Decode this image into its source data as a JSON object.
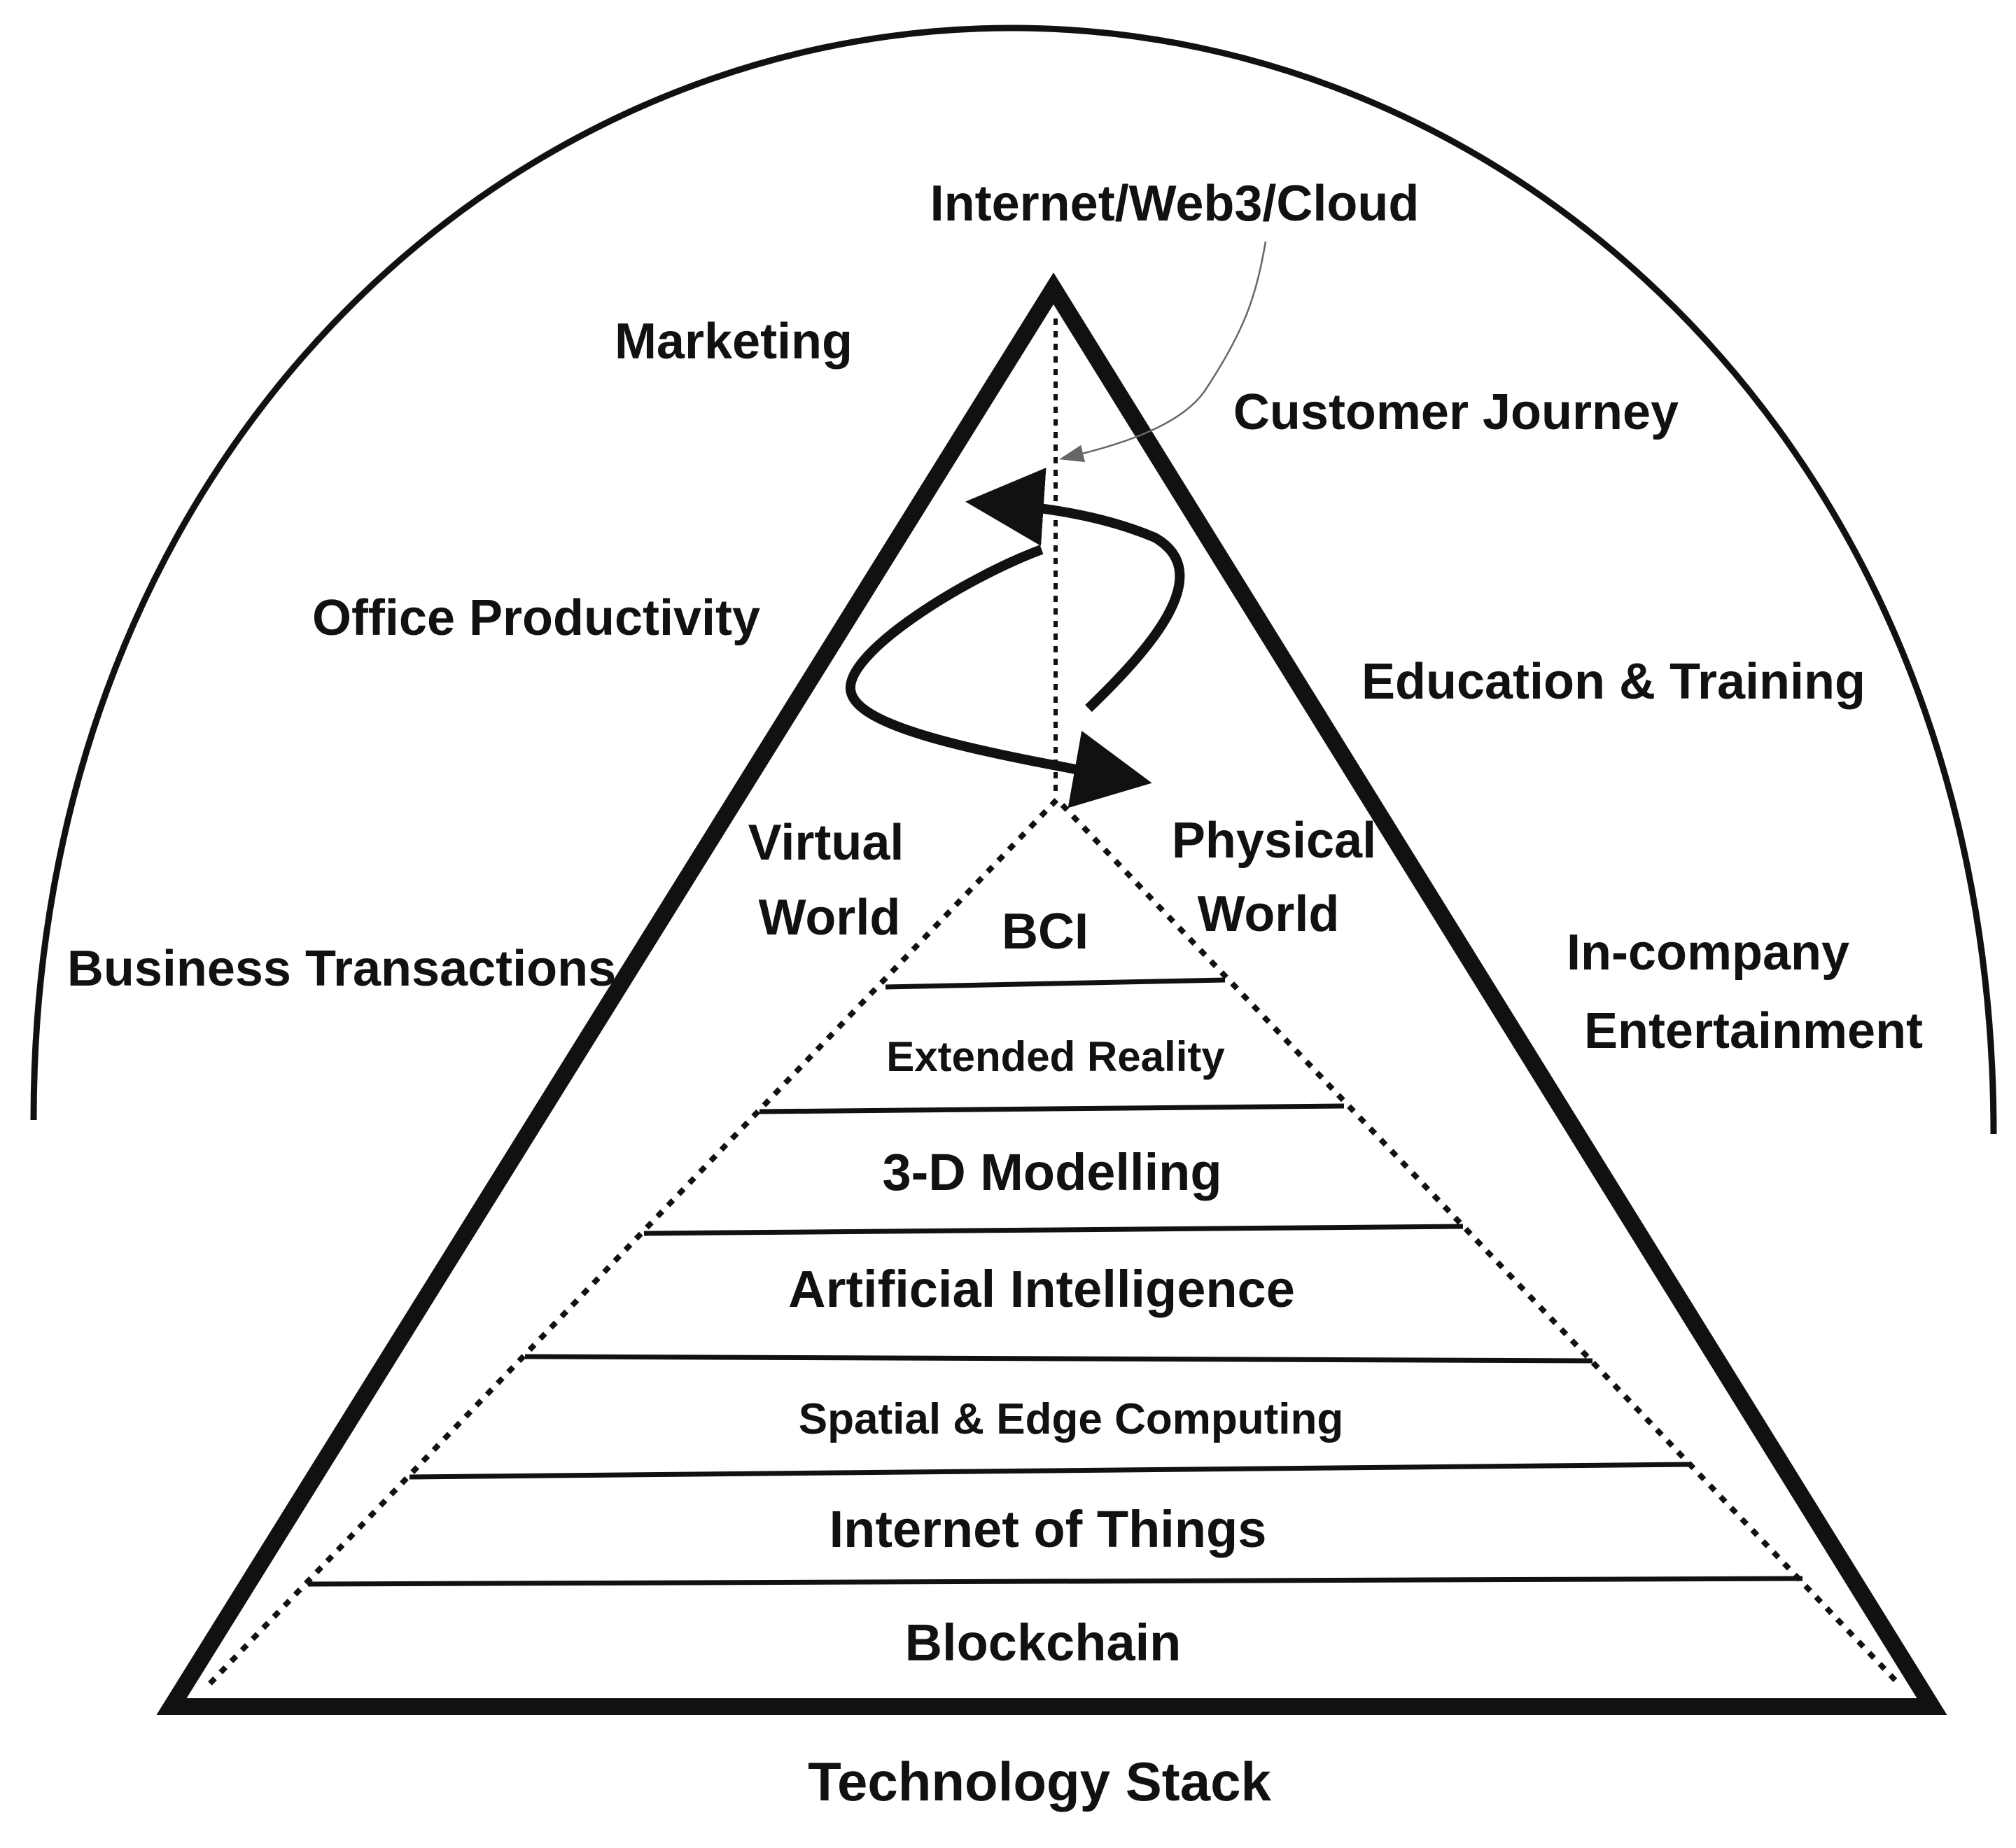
{
  "internet_label": "Internet/Web3/Cloud",
  "applications": {
    "marketing": "Marketing",
    "office_productivity": "Office Productivity",
    "business_transactions": "Business Transactions",
    "customer_journey": "Customer Journey",
    "education_training": "Education & Training",
    "in_company_line1": "In-company",
    "in_company_line2": "Entertainment"
  },
  "worlds": {
    "virtual_line1": "Virtual",
    "virtual_line2": "World",
    "physical_line1": "Physical",
    "physical_line2": "World"
  },
  "stack_layers": {
    "bci": "BCI",
    "extended_reality": "Extended Reality",
    "modelling_3d": "3-D Modelling",
    "artificial_intelligence": "Artificial Intelligence",
    "spatial_edge_computing": "Spatial & Edge Computing",
    "internet_of_things": "Internet of Things",
    "blockchain": "Blockchain"
  },
  "footer_title": "Technology Stack"
}
